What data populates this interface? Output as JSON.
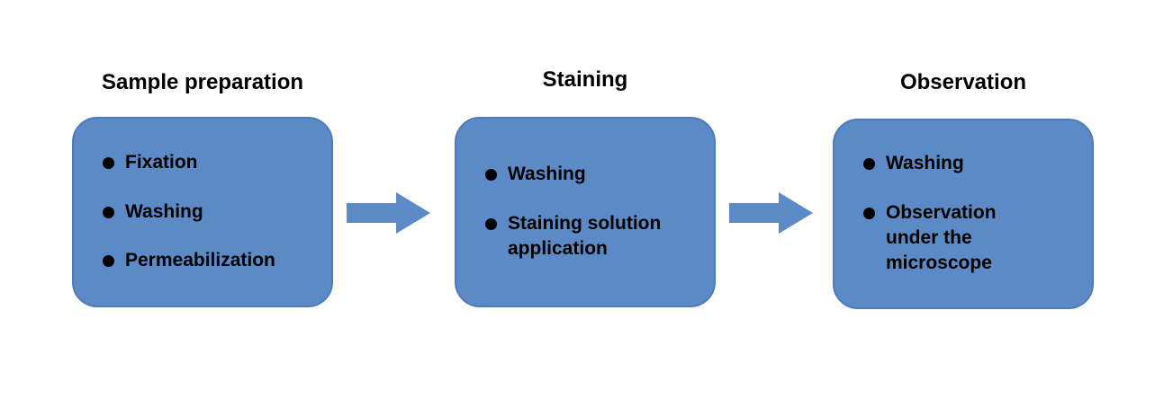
{
  "colors": {
    "background": "#ffffff",
    "box_fill": "#5b8ac6",
    "box_border": "#4d7cba",
    "arrow_fill": "#5b8ac6",
    "text": "#000000"
  },
  "stages": [
    {
      "title": "Sample preparation",
      "items": [
        "Fixation",
        "Washing",
        "Permeabilization"
      ]
    },
    {
      "title": "Staining",
      "items": [
        "Washing",
        "Staining solution application"
      ]
    },
    {
      "title": "Observation",
      "items": [
        "Washing",
        "Observation under the microscope"
      ]
    }
  ]
}
